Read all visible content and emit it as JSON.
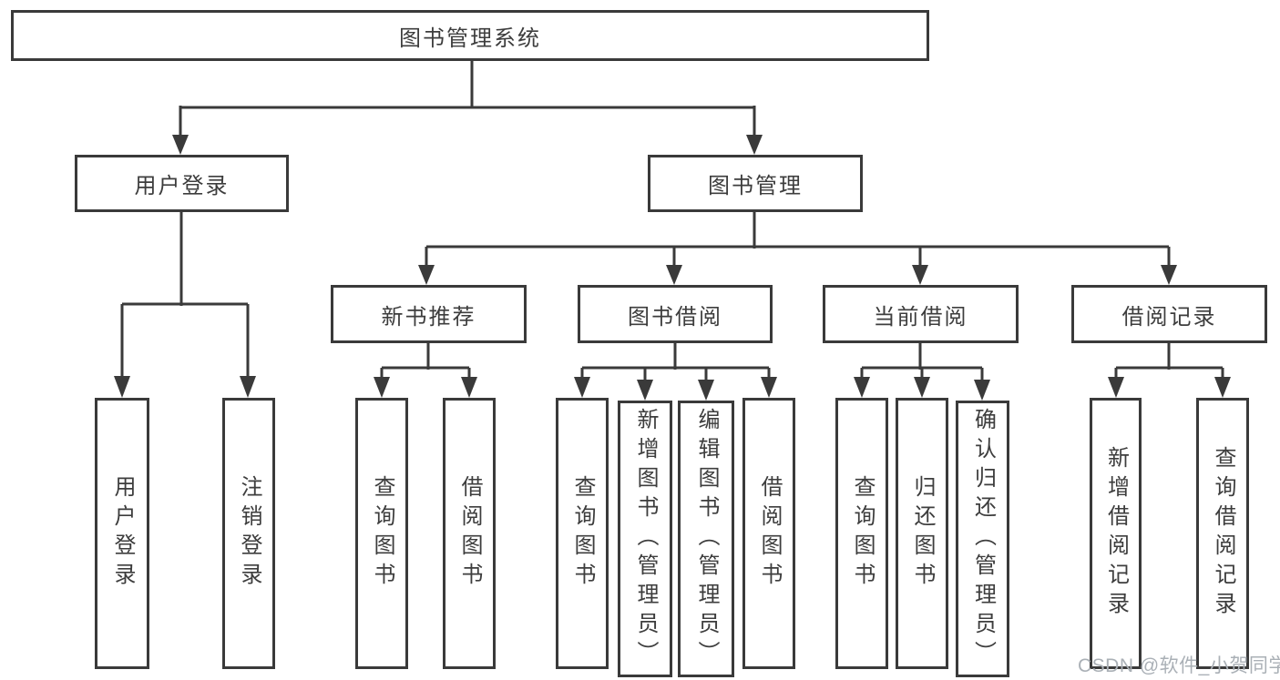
{
  "colors": {
    "line": "#3a3a3a",
    "text": "#3d3d3d",
    "box_bg": "#ffffff",
    "watermark": "#aab0b6"
  },
  "tree": {
    "root": {
      "label": "图书管理系统"
    },
    "children": [
      {
        "label": "用户登录",
        "children": [
          {
            "label": "用户登录"
          },
          {
            "label": "注销登录"
          }
        ]
      },
      {
        "label": "图书管理",
        "children": [
          {
            "label": "新书推荐",
            "children": [
              {
                "label": "查询图书"
              },
              {
                "label": "借阅图书"
              }
            ]
          },
          {
            "label": "图书借阅",
            "children": [
              {
                "label": "查询图书"
              },
              {
                "label": "新增图书（管理员）"
              },
              {
                "label": "编辑图书（管理员）"
              },
              {
                "label": "借阅图书"
              }
            ]
          },
          {
            "label": "当前借阅",
            "children": [
              {
                "label": "查询图书"
              },
              {
                "label": "归还图书"
              },
              {
                "label": "确认归还（管理员）"
              }
            ]
          },
          {
            "label": "借阅记录",
            "children": [
              {
                "label": "新增借阅记录"
              },
              {
                "label": "查询借阅记录"
              }
            ]
          }
        ]
      }
    ]
  },
  "watermark": {
    "text": "CSDN @软件_小贺同学"
  }
}
